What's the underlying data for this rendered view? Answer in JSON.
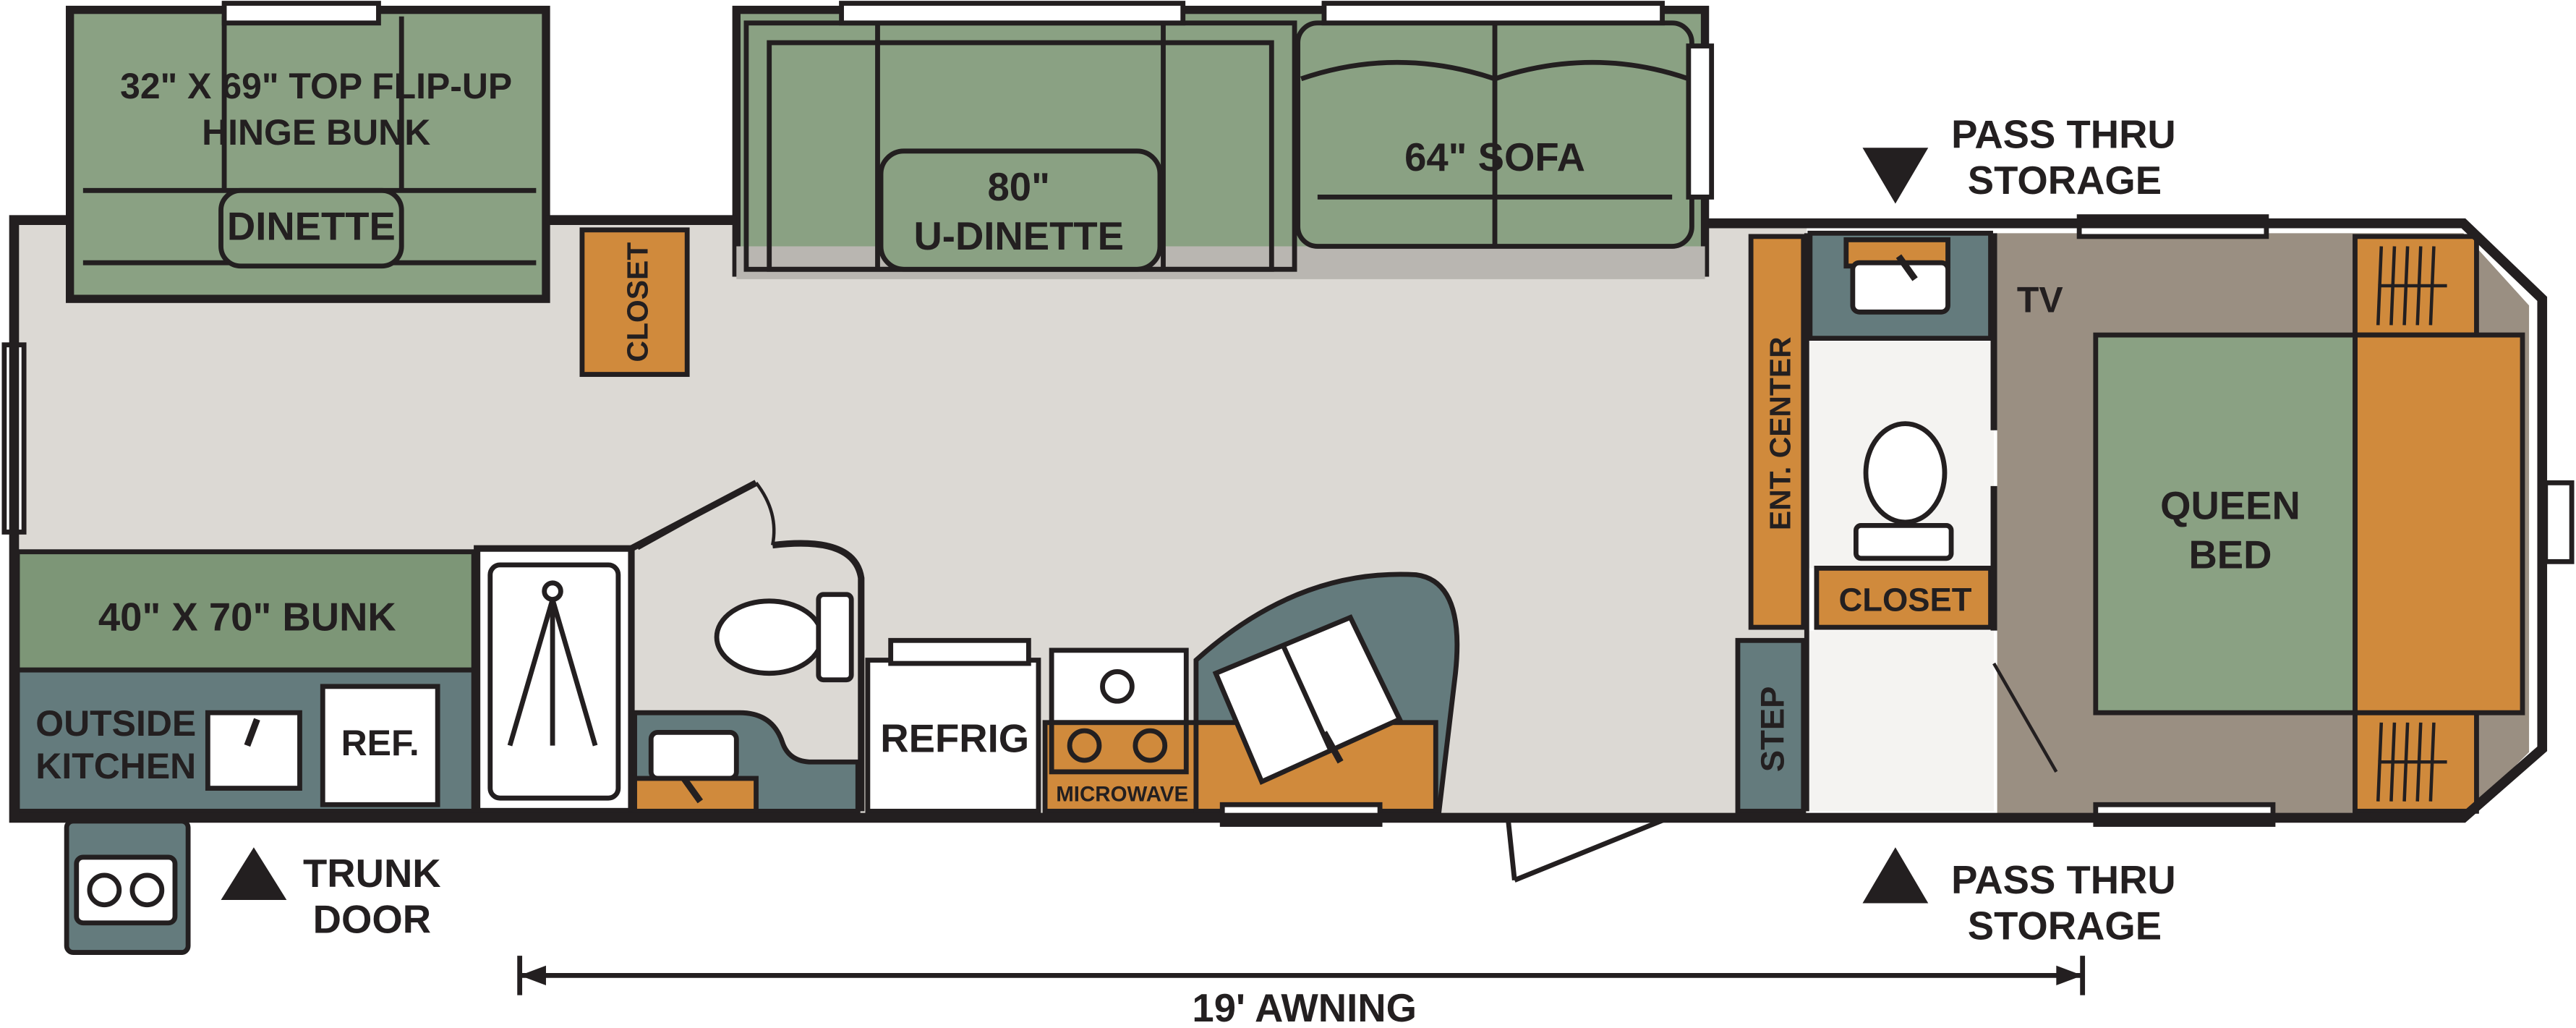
{
  "colors": {
    "outline": "#231f20",
    "floor": "#dcd9d4",
    "bedroom_floor": "#9a8f82",
    "green": "#8aa183",
    "dark_green": "#7d9677",
    "orange": "#d08a3c",
    "slate": "#647b7d",
    "white": "#ffffff"
  },
  "labels": {
    "flip_bunk_1": "32\" X 69\" TOP FLIP-UP",
    "flip_bunk_2": "HINGE BUNK",
    "dinette": "DINETTE",
    "closet_front": "CLOSET",
    "u_dinette_1": "80\"",
    "u_dinette_2": "U-DINETTE",
    "sofa": "64\" SOFA",
    "pass_thru_top_1": "PASS THRU",
    "pass_thru_top_2": "STORAGE",
    "tv": "TV",
    "ent_center": "ENT. CENTER",
    "queen_bed_1": "QUEEN",
    "queen_bed_2": "BED",
    "closet_bath": "CLOSET",
    "step": "STEP",
    "bunk": "40\" X 70\" BUNK",
    "outside_kitchen_1": "OUTSIDE",
    "outside_kitchen_2": "KITCHEN",
    "ref_small": "REF.",
    "refrig": "REFRIG",
    "microwave": "MICROWAVE",
    "trunk_door_1": "TRUNK",
    "trunk_door_2": "DOOR",
    "pass_thru_bottom_1": "PASS THRU",
    "pass_thru_bottom_2": "STORAGE",
    "awning": "19' AWNING"
  },
  "icons": {
    "toilet": "toilet-icon",
    "shower": "shower-icon",
    "sink": "sink-icon",
    "stove": "stove-burner-icon",
    "arrow": "triangle-arrow-icon"
  }
}
